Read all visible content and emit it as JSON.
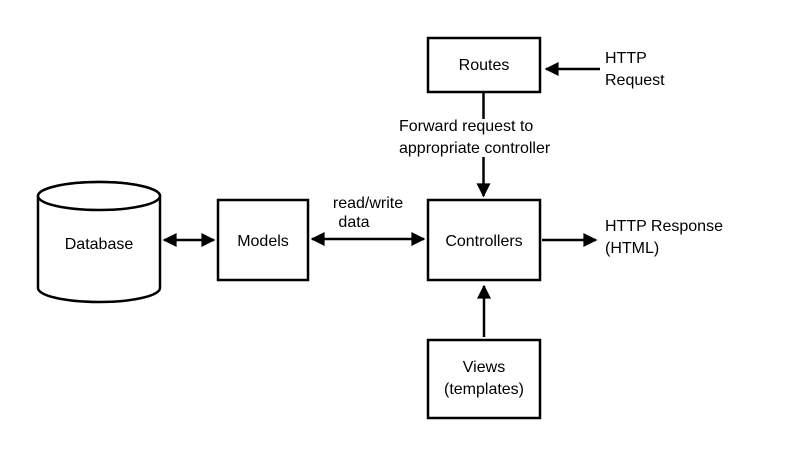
{
  "nodes": {
    "routes": {
      "label": "Routes"
    },
    "models": {
      "label": "Models"
    },
    "controllers": {
      "label": "Controllers"
    },
    "views": {
      "line1": "Views",
      "line2": "(templates)"
    },
    "database": {
      "label": "Database"
    }
  },
  "labels": {
    "http_request": {
      "line1": "HTTP",
      "line2": "Request"
    },
    "forward_request": {
      "line1": "Forward request to",
      "line2": "appropriate controller"
    },
    "read_write": {
      "line1": "read/write",
      "line2": "data"
    },
    "http_response": {
      "line1": "HTTP Response",
      "line2": "(HTML)"
    }
  },
  "colors": {
    "line": "#000000",
    "text": "#000000",
    "background": "#ffffff"
  }
}
